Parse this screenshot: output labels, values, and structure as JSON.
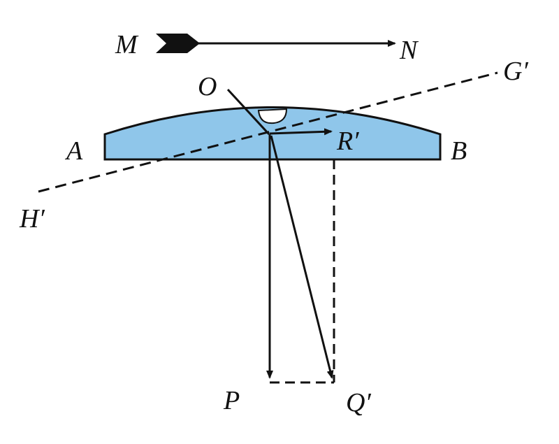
{
  "diagram": {
    "colors": {
      "lens_fill": "#8fc6ea",
      "stroke": "#111111",
      "background": "#ffffff"
    },
    "labels": {
      "m": "M",
      "n": "N",
      "o": "O",
      "g_prime": "G′",
      "a": "A",
      "b": "B",
      "r_prime": "R′",
      "h_prime": "H′",
      "p": "P",
      "q_prime": "Q′"
    }
  }
}
